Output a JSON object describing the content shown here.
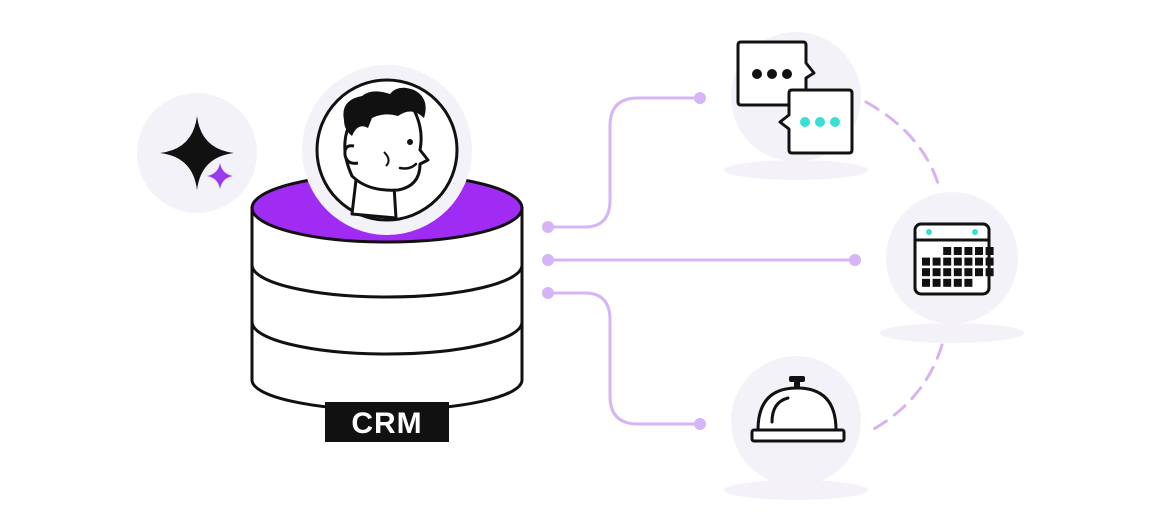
{
  "diagram": {
    "database_label": "CRM",
    "colors": {
      "accent_purple": "#a02bf2",
      "connector_lilac": "#d7b4f5",
      "dashed_lilac": "#d8b2f2",
      "circle_bg": "#f3f2f8",
      "ink": "#111111",
      "teal": "#37e0d2",
      "sparkle_small": "#9a3bf0"
    },
    "nodes": [
      {
        "name": "ai-sparkle",
        "icon": "sparkle-icon"
      },
      {
        "name": "customer-avatar",
        "icon": "person-avatar-icon"
      },
      {
        "name": "crm-database",
        "icon": "database-icon"
      },
      {
        "name": "chat",
        "icon": "chat-bubbles-icon"
      },
      {
        "name": "calendar",
        "icon": "calendar-icon"
      },
      {
        "name": "service-bell",
        "icon": "service-bell-icon"
      }
    ]
  }
}
